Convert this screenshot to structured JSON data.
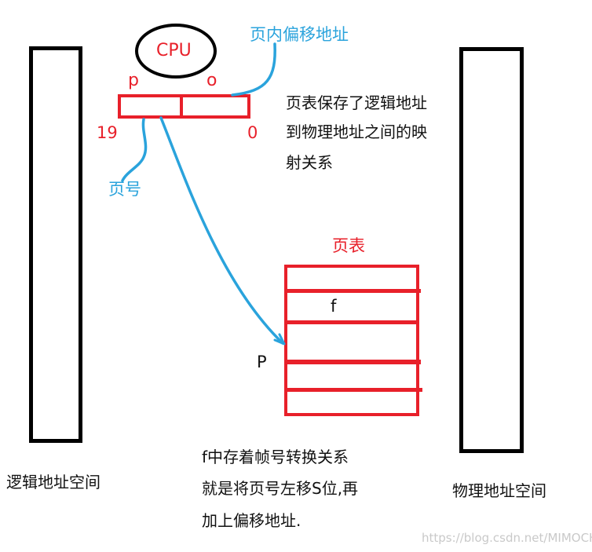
{
  "cpu_label": "CPU",
  "page_field_label": "p",
  "offset_field_label": "o",
  "high_bit": "19",
  "low_bit": "0",
  "offset_annotation": "页内偏移地址",
  "page_number_annotation": "页号",
  "page_table_title": "页表",
  "frame_label": "f",
  "page_row_label": "P",
  "page_table_note": {
    "line1": "页表保存了逻辑地址",
    "line2": "到物理地址之间的映",
    "line3": "射关系"
  },
  "logical_space_label": "逻辑地址空间",
  "physical_space_label": "物理地址空间",
  "frame_note": {
    "line1": "f中存着帧号转换关系",
    "line2": "就是将页号左移S位,再",
    "line3": "加上偏移地址."
  },
  "watermark": "https://blog.csdn.net/MIMOCH",
  "colors": {
    "red": "#e8202a",
    "blue": "#2aa3dc",
    "black": "#000000"
  }
}
